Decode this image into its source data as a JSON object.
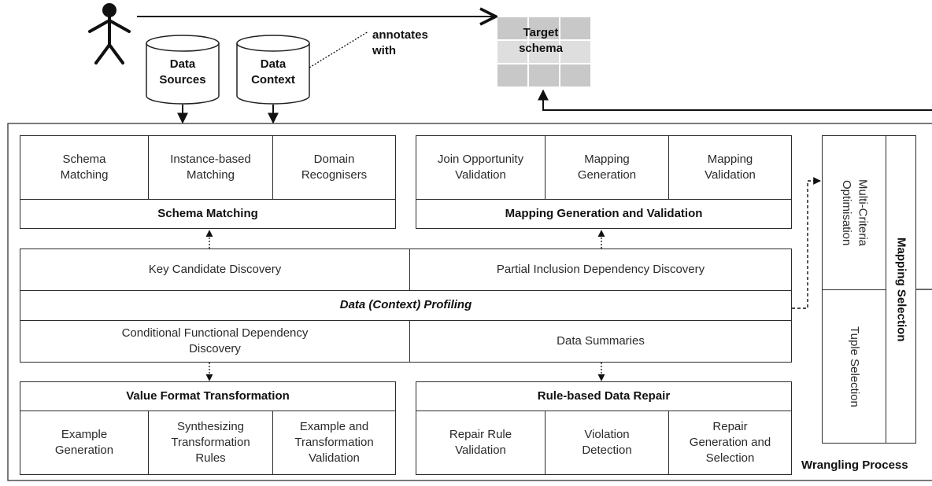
{
  "top": {
    "actor": "person-figure",
    "data_sources": "Data\nSources",
    "data_context": "Data\nContext",
    "annotates_label": "annotates\nwith",
    "target_schema": "Target\nschema"
  },
  "wrangling_process_label": "Wrangling Process",
  "schema_matching": {
    "components": [
      "Schema\nMatching",
      "Instance-based\nMatching",
      "Domain\nRecognisers"
    ],
    "title": "Schema Matching"
  },
  "mapping_gen": {
    "components": [
      "Join Opportunity\nValidation",
      "Mapping\nGeneration",
      "Mapping\nValidation"
    ],
    "title": "Mapping Generation and Validation"
  },
  "profiling": {
    "key_candidate": "Key Candidate Discovery",
    "partial_inclusion": "Partial Inclusion Dependency Discovery",
    "title": "Data (Context) Profiling",
    "cfd": "Conditional Functional Dependency\nDiscovery",
    "summaries": "Data Summaries"
  },
  "value_format": {
    "title": "Value Format Transformation",
    "components": [
      "Example\nGeneration",
      "Synthesizing\nTransformation\nRules",
      "Example and\nTransformation\nValidation"
    ]
  },
  "rule_repair": {
    "title": "Rule-based Data Repair",
    "components": [
      "Repair Rule\nValidation",
      "Violation\nDetection",
      "Repair\nGeneration and\nSelection"
    ]
  },
  "mapping_selection": {
    "title": "Mapping Selection",
    "multi_criteria": "Multi-Criteria\nOptimisation",
    "tuple_selection": "Tuple Selection"
  }
}
